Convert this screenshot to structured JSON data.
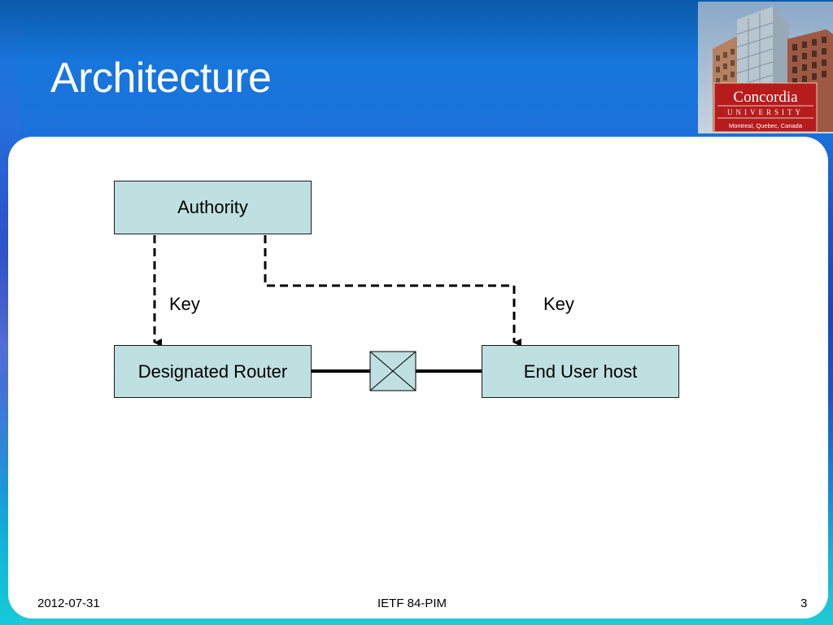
{
  "slide": {
    "title": "Architecture"
  },
  "logo": {
    "name": "Concordia",
    "subtitle": "UNIVERSITY",
    "location": "Montreal, Quebec, Canada"
  },
  "diagram": {
    "nodes": {
      "authority": "Authority",
      "router": "Designated Router",
      "host": "End User host"
    },
    "edge_labels": {
      "key_left": "Key",
      "key_right": "Key"
    }
  },
  "footer": {
    "date": "2012-07-31",
    "event": "IETF 84-PIM",
    "page": "3"
  },
  "colors": {
    "node_fill": "#bfe0e0",
    "title_text": "#ffffff",
    "logo_banner": "#b71c1c"
  }
}
